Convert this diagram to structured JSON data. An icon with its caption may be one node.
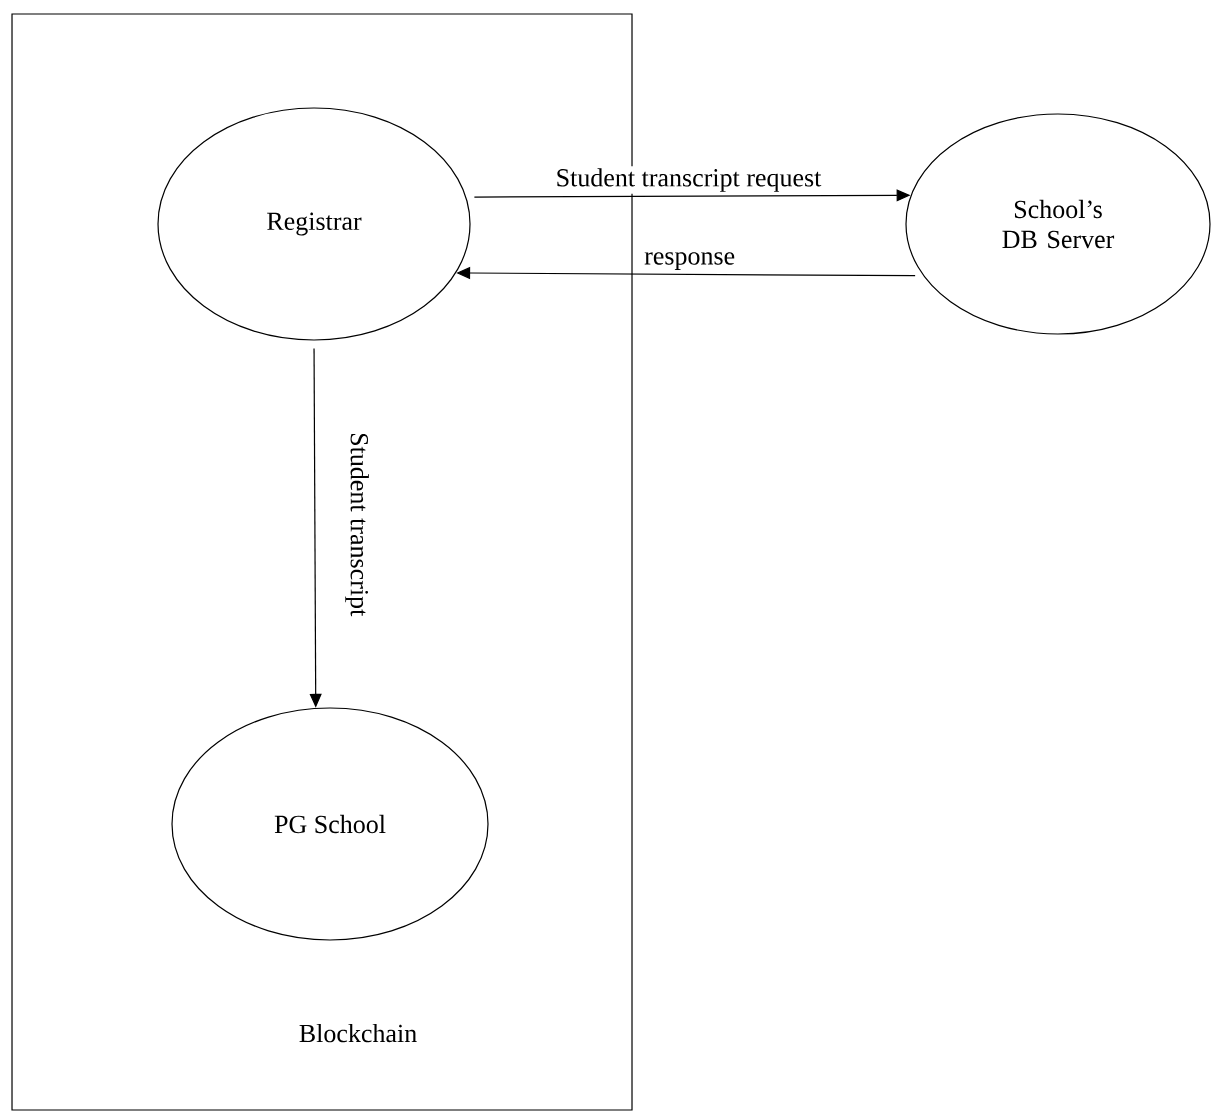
{
  "diagram": {
    "nodes": [
      {
        "text": [
          "Blockchain"
        ]
      },
      {
        "text": [
          "Registrar"
        ],
        "in": 0
      },
      {
        "text": [
          "School’s DB Server"
        ]
      },
      {
        "text": [
          "PG School"
        ],
        "in": 0
      }
    ],
    "edges": [
      {
        "from": 1,
        "to": 2,
        "arrow": "to",
        "label": "Student transcript request"
      },
      {
        "from": 2,
        "to": 1,
        "arrow": "to",
        "label": "response"
      },
      {
        "from": 1,
        "to": 3,
        "arrow": "to",
        "label": "Student transcript"
      }
    ]
  }
}
